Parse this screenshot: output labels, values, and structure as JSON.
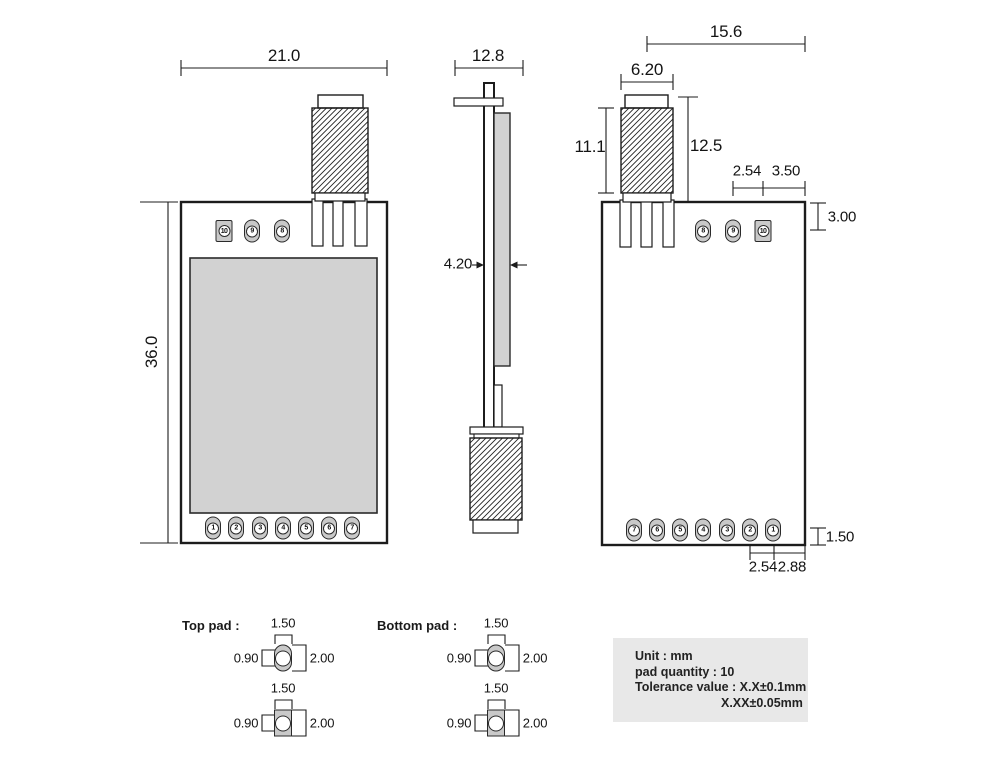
{
  "front_view": {
    "width_dim": "21.0",
    "height_dim": "36.0",
    "top_pads": [
      "10",
      "9",
      "8"
    ],
    "bottom_pads": [
      "1",
      "2",
      "3",
      "4",
      "5",
      "6",
      "7"
    ]
  },
  "side_view": {
    "width_dim": "12.8",
    "thickness_dim": "4.20"
  },
  "back_view": {
    "overall_width_dim": "15.6",
    "antenna_width_dim": "6.20",
    "antenna_body_height_dim": "11.1",
    "antenna_total_height_dim": "12.5",
    "top_pad_pitch_dim": "2.54",
    "top_pad_edge_dim": "3.50",
    "top_pad_offset_dim": "3.00",
    "bottom_pad_offset_dim": "1.50",
    "bottom_pad_pitch_dim": "2.54",
    "bottom_pad_edge_dim": "2.88",
    "top_pads": [
      "8",
      "9",
      "10"
    ],
    "bottom_pads": [
      "7",
      "6",
      "5",
      "4",
      "3",
      "2",
      "1"
    ]
  },
  "pad_details": {
    "top_label": "Top pad :",
    "bottom_label": "Bottom pad :",
    "width_dim": "1.50",
    "hole_dim": "0.90",
    "height_dim": "2.00"
  },
  "notes": {
    "unit": "Unit : mm",
    "quantity": "pad quantity : 10",
    "tolerance_label": "Tolerance value : X.X±0.1mm",
    "tolerance_second": "X.XX±0.05mm"
  },
  "colors": {
    "line": "#1c1c1c",
    "shield_fill": "#d2d2d2",
    "pad_fill": "#c9c9c9",
    "note_box_fill": "#e8e8e8"
  }
}
